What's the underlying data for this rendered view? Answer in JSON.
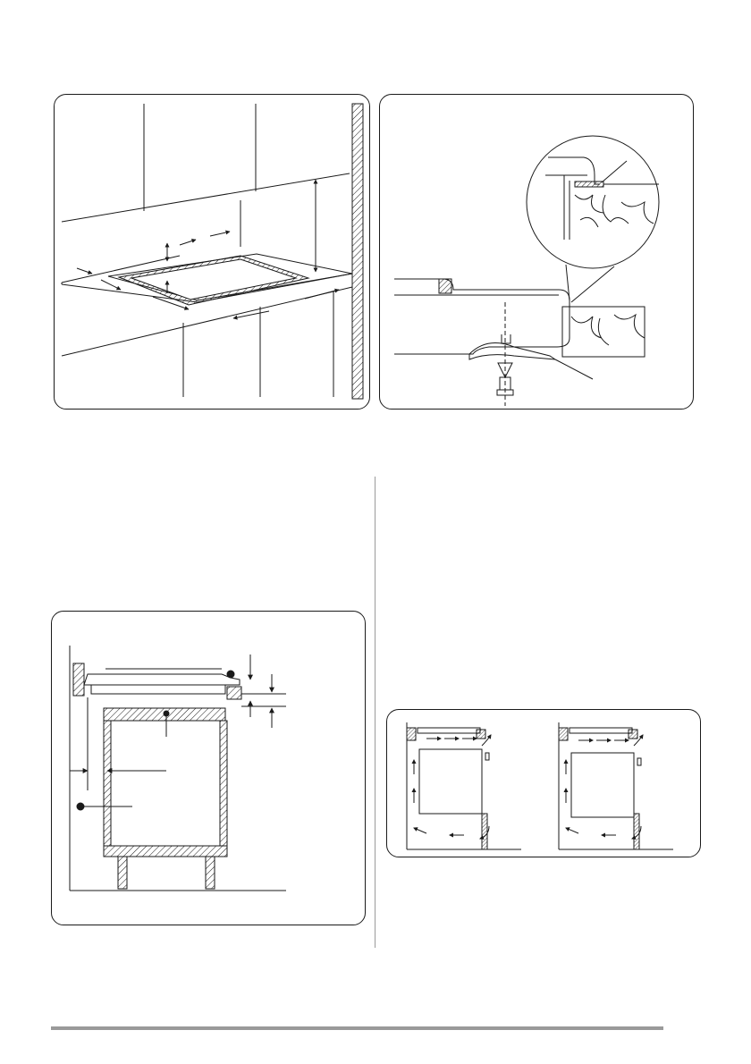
{
  "figures": [
    {
      "id": "hob-cutout-diagram",
      "description_icon": "worktop-cutout-diagram"
    },
    {
      "id": "bracket-detail-diagram",
      "description_icon": "bracket-clamp-diagram"
    },
    {
      "id": "cabinet-section-diagram",
      "description_icon": "cabinet-section-diagram"
    },
    {
      "id": "ventilation-diagram",
      "description_icon": "airflow-diagram"
    }
  ],
  "colors": {
    "line": "#1a1a1a",
    "rule": "#9a9a9a",
    "background": "#ffffff"
  }
}
